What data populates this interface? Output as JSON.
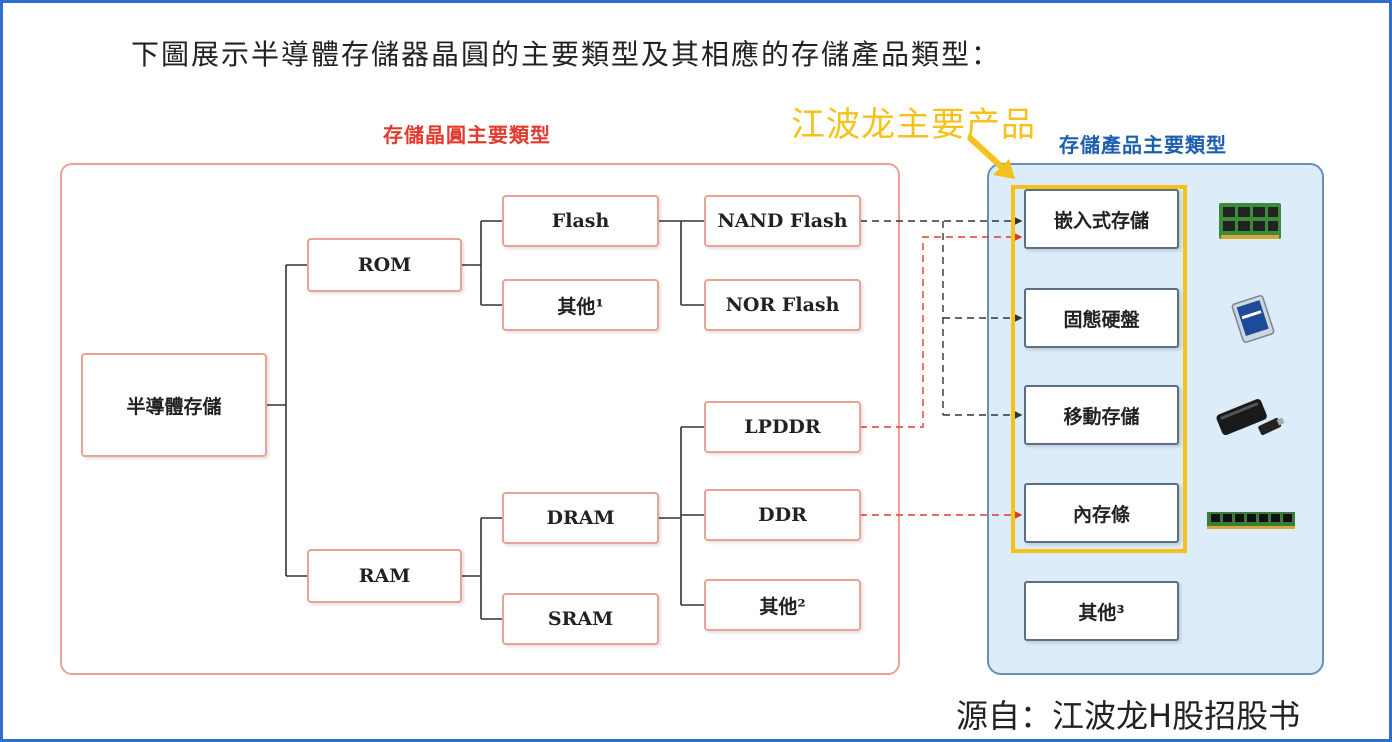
{
  "title": "下圖展示半導體存儲器晶圓的主要類型及其相應的存儲產品類型：",
  "left_panel_label": "存儲晶圓主要類型",
  "right_panel_label": "存儲產品主要類型",
  "highlight_label": "江波龙主要产品",
  "source": "源自：江波龙H股招股书",
  "tree": {
    "root": "半導體存儲",
    "rom": "ROM",
    "ram": "RAM",
    "flash": "Flash",
    "rom_other": "其他¹",
    "nand": "NAND Flash",
    "nor": "NOR Flash",
    "dram": "DRAM",
    "sram": "SRAM",
    "lpddr": "LPDDR",
    "ddr": "DDR",
    "dram_other": "其他²"
  },
  "products": {
    "embedded": "嵌入式存儲",
    "ssd": "固態硬盤",
    "mobile": "移動存儲",
    "memory_module": "內存條",
    "other": "其他³"
  },
  "colors": {
    "wafer_accent": "#e23a2e",
    "product_accent": "#1d5fae",
    "highlight": "#f5c21b",
    "frame": "#2f6fd0"
  }
}
